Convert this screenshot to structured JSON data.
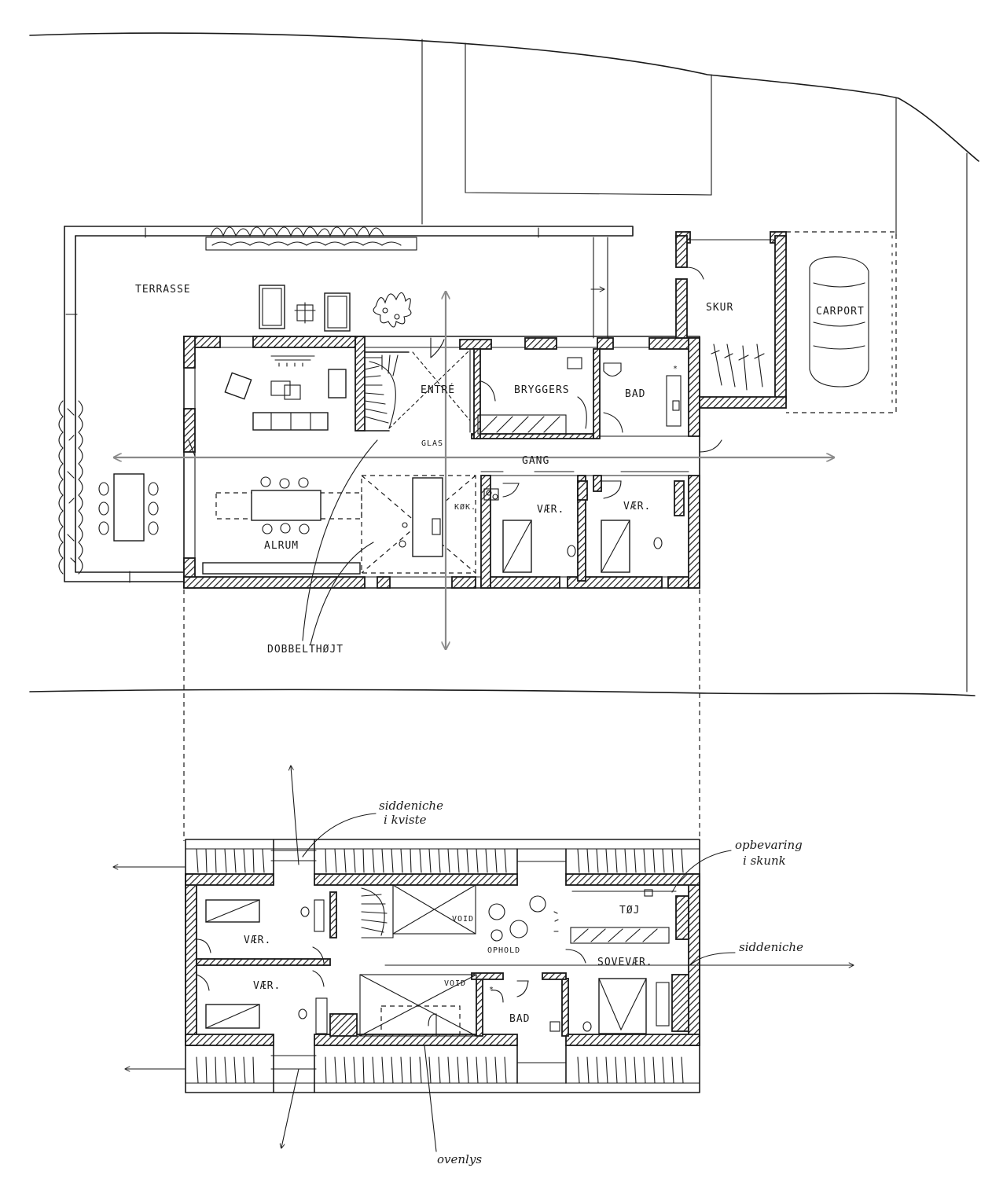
{
  "ground_floor": {
    "labels": {
      "terrace": "TERRASSE",
      "entrance": "ENTRÉ",
      "utility": "BRYGGERS",
      "bath": "BAD",
      "shed": "SKUR",
      "carport": "CARPORT",
      "hall": "GANG",
      "glass": "GLAS",
      "kitchen": "KØK.",
      "room_1": "VÆR.",
      "room_2": "VÆR.",
      "living": "ALRUM",
      "double_height": "DOBBELTHØJT"
    }
  },
  "upper_floor": {
    "labels": {
      "seat_niche_dormer": "siddeniche",
      "seat_niche_dormer_2": "i kviste",
      "storage": "opbevaring",
      "storage_2": "i skunk",
      "void_1": "VOID",
      "void_2": "VOID",
      "lounge": "OPHOLD",
      "laundry": "TØJ",
      "bedroom": "SOVEVÆR.",
      "room_1": "VÆR.",
      "room_2": "VÆR.",
      "bath": "BAD",
      "seat_niche": "siddeniche",
      "skylight": "ovenlys"
    }
  }
}
